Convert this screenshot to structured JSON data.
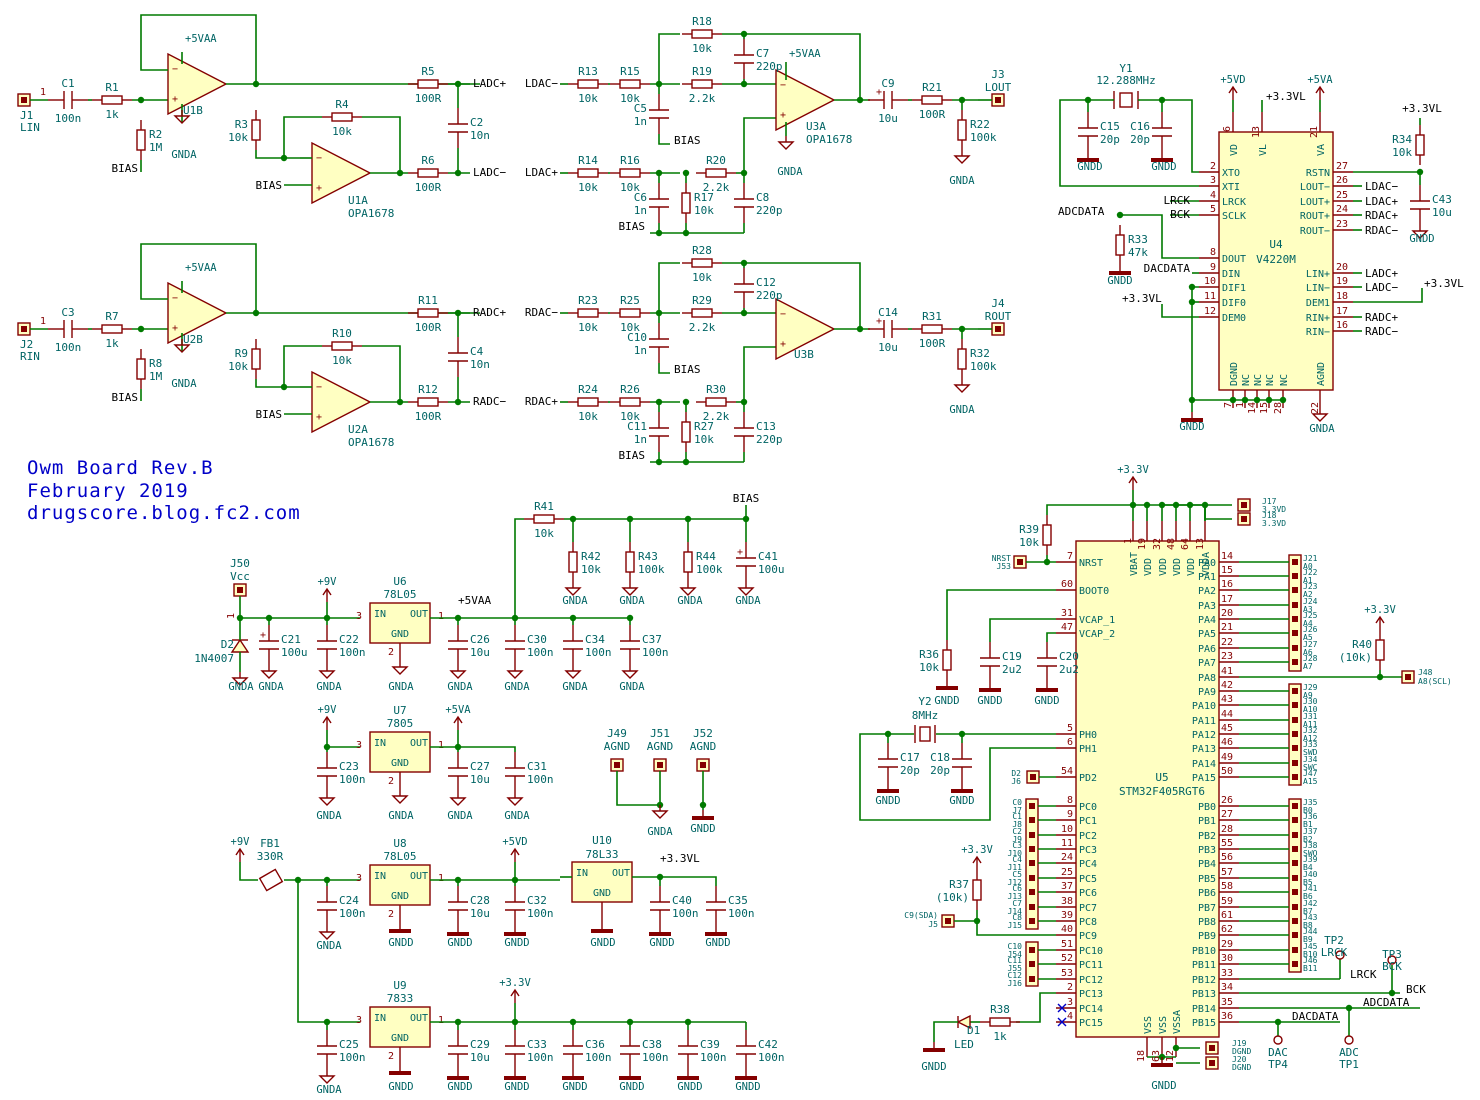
{
  "title_block": {
    "line1": "Owm Board  Rev.B",
    "line2": "February 2019",
    "line3": "drugscore.blog.fc2.com"
  },
  "inputs": {
    "lin": {
      "ref": "J1",
      "label": "LIN",
      "pin": "1"
    },
    "rin": {
      "ref": "J2",
      "label": "RIN",
      "pin": "1"
    }
  },
  "front_end_left": {
    "c1": {
      "ref": "C1",
      "value": "100n"
    },
    "r1": {
      "ref": "R1",
      "value": "1k"
    },
    "r2": {
      "ref": "R2",
      "value": "1M"
    },
    "r3": {
      "ref": "R3",
      "value": "10k"
    },
    "r4": {
      "ref": "R4",
      "value": "10k"
    },
    "r5": {
      "ref": "R5",
      "value": "100R"
    },
    "r6": {
      "ref": "R6",
      "value": "100R"
    },
    "c2": {
      "ref": "C2",
      "value": "10n"
    },
    "u1b": {
      "ref": "U1B",
      "pwr": "+5VAA",
      "gnd": "GNDA"
    },
    "u1a": {
      "ref": "U1A",
      "part": "OPA1678"
    },
    "bias1": "BIAS",
    "bias2": "BIAS",
    "net_p": "LADC+",
    "net_m": "LADC−"
  },
  "front_end_right": {
    "c3": {
      "ref": "C3",
      "value": "100n"
    },
    "r7": {
      "ref": "R7",
      "value": "1k"
    },
    "r8": {
      "ref": "R8",
      "value": "1M"
    },
    "r9": {
      "ref": "R9",
      "value": "10k"
    },
    "r10": {
      "ref": "R10",
      "value": "10k"
    },
    "r11": {
      "ref": "R11",
      "value": "100R"
    },
    "r12": {
      "ref": "R12",
      "value": "100R"
    },
    "c4": {
      "ref": "C4",
      "value": "10n"
    },
    "u2b": {
      "ref": "U2B",
      "pwr": "+5VAA",
      "gnd": "GNDA"
    },
    "u2a": {
      "ref": "U2A",
      "part": "OPA1678"
    },
    "bias1": "BIAS",
    "bias2": "BIAS",
    "net_p": "RADC+",
    "net_m": "RADC−"
  },
  "dac_left": {
    "in_m": "LDAC−",
    "in_p": "LDAC+",
    "r13": {
      "ref": "R13",
      "value": "10k"
    },
    "r15": {
      "ref": "R15",
      "value": "10k"
    },
    "r14": {
      "ref": "R14",
      "value": "10k"
    },
    "r16": {
      "ref": "R16",
      "value": "10k"
    },
    "r18": {
      "ref": "R18",
      "value": "10k"
    },
    "r19": {
      "ref": "R19",
      "value": "2.2k"
    },
    "r20": {
      "ref": "R20",
      "value": "2.2k"
    },
    "r17": {
      "ref": "R17",
      "value": "10k"
    },
    "c5": {
      "ref": "C5",
      "value": "1n"
    },
    "c6": {
      "ref": "C6",
      "value": "1n"
    },
    "c7": {
      "ref": "C7",
      "value": "220p"
    },
    "c8": {
      "ref": "C8",
      "value": "220p"
    },
    "c9": {
      "ref": "C9",
      "value": "10u"
    },
    "r21": {
      "ref": "R21",
      "value": "100R"
    },
    "r22": {
      "ref": "R22",
      "value": "100k"
    },
    "u3a": {
      "ref": "U3A",
      "part": "OPA1678",
      "pwr": "+5VAA",
      "gnd": "GNDA"
    },
    "out": {
      "ref": "J3",
      "label": "LOUT"
    },
    "bias1": "BIAS",
    "bias2": "BIAS",
    "gnd": "GNDA"
  },
  "dac_right": {
    "in_m": "RDAC−",
    "in_p": "RDAC+",
    "r23": {
      "ref": "R23",
      "value": "10k"
    },
    "r25": {
      "ref": "R25",
      "value": "10k"
    },
    "r24": {
      "ref": "R24",
      "value": "10k"
    },
    "r26": {
      "ref": "R26",
      "value": "10k"
    },
    "r28": {
      "ref": "R28",
      "value": "10k"
    },
    "r29": {
      "ref": "R29",
      "value": "2.2k"
    },
    "r30": {
      "ref": "R30",
      "value": "2.2k"
    },
    "r27": {
      "ref": "R27",
      "value": "10k"
    },
    "c10": {
      "ref": "C10",
      "value": "1n"
    },
    "c11": {
      "ref": "C11",
      "value": "1n"
    },
    "c12": {
      "ref": "C12",
      "value": "220p"
    },
    "c13": {
      "ref": "C13",
      "value": "220p"
    },
    "c14": {
      "ref": "C14",
      "value": "10u"
    },
    "r31": {
      "ref": "R31",
      "value": "100R"
    },
    "r32": {
      "ref": "R32",
      "value": "100k"
    },
    "u3b": {
      "ref": "U3B"
    },
    "out": {
      "ref": "J4",
      "label": "ROUT"
    },
    "bias1": "BIAS",
    "bias2": "BIAS",
    "gnd": "GNDA"
  },
  "codec": {
    "ref": "U4",
    "part": "V4220M",
    "y1": {
      "ref": "Y1",
      "value": "12.288MHz"
    },
    "c15": {
      "ref": "C15",
      "value": "20p"
    },
    "c16": {
      "ref": "C16",
      "value": "20p"
    },
    "r33": {
      "ref": "R33",
      "value": "47k"
    },
    "r34": {
      "ref": "R34",
      "value": "10k"
    },
    "c43": {
      "ref": "C43",
      "value": "10u"
    },
    "nets": {
      "adcdata": "ADCDATA",
      "dacdata": "DACDATA",
      "lrck": "LRCK",
      "bck": "BCK",
      "v33": "+3.3VL",
      "v5d": "+5VD",
      "v5a": "+5VA",
      "v33b": "+3.3VL",
      "v33c": "+3.3VL",
      "v33d": "+3.3VL",
      "gndd": "GNDD",
      "gnda": "GNDA",
      "ldac_m": "LDAC−",
      "ldac_p": "LDAC+",
      "rdac_p": "RDAC+",
      "rdac_m": "RDAC−",
      "ladc_p": "LADC+",
      "ladc_m": "LADC−",
      "radc_p": "RADC+",
      "radc_m": "RADC−"
    },
    "left_pins": [
      {
        "num": "2",
        "name": "XTO"
      },
      {
        "num": "3",
        "name": "XTI"
      },
      {
        "num": "4",
        "name": "LRCK"
      },
      {
        "num": "5",
        "name": "SCLK"
      },
      {
        "num": "8",
        "name": "DOUT"
      },
      {
        "num": "9",
        "name": "DIN"
      },
      {
        "num": "10",
        "name": "DIF1"
      },
      {
        "num": "11",
        "name": "DIF0"
      },
      {
        "num": "12",
        "name": "DEM0"
      }
    ],
    "right_pins": [
      {
        "num": "27",
        "name": "RSTN"
      },
      {
        "num": "26",
        "name": "LOUT−"
      },
      {
        "num": "25",
        "name": "LOUT+"
      },
      {
        "num": "24",
        "name": "ROUT+"
      },
      {
        "num": "23",
        "name": "ROUT−"
      },
      {
        "num": "20",
        "name": "LIN+"
      },
      {
        "num": "19",
        "name": "LIN−"
      },
      {
        "num": "18",
        "name": "DEM1"
      },
      {
        "num": "17",
        "name": "RIN+"
      },
      {
        "num": "16",
        "name": "RIN−"
      }
    ],
    "top_pins": [
      {
        "num": "6",
        "name": "VD"
      },
      {
        "num": "13",
        "name": "VL"
      },
      {
        "num": "21",
        "name": "VA"
      }
    ],
    "bottom_pins": [
      {
        "num": "7",
        "name": "DGND"
      },
      {
        "num": "1",
        "name": "NC"
      },
      {
        "num": "14",
        "name": "NC"
      },
      {
        "num": "15",
        "name": "NC"
      },
      {
        "num": "28",
        "name": "NC"
      },
      {
        "num": "22",
        "name": "AGND"
      }
    ]
  },
  "power": {
    "j50": {
      "ref": "J50",
      "label": "Vcc",
      "pin": "1"
    },
    "d2": {
      "ref": "D2",
      "value": "1N4007"
    },
    "c21": {
      "ref": "C21",
      "value": "100u"
    },
    "c22": {
      "ref": "C22",
      "value": "100n"
    },
    "u6": {
      "ref": "U6",
      "part": "78L05"
    },
    "c26": {
      "ref": "C26",
      "value": "10u"
    },
    "c30": {
      "ref": "C30",
      "value": "100n"
    },
    "c34": {
      "ref": "C34",
      "value": "100n"
    },
    "c37": {
      "ref": "C37",
      "value": "100n"
    },
    "r41": {
      "ref": "R41",
      "value": "10k"
    },
    "r42": {
      "ref": "R42",
      "value": "10k"
    },
    "r43": {
      "ref": "R43",
      "value": "100k"
    },
    "r44": {
      "ref": "R44",
      "value": "100k"
    },
    "c41": {
      "ref": "C41",
      "value": "100u"
    },
    "u7": {
      "ref": "U7",
      "part": "7805"
    },
    "c23": {
      "ref": "C23",
      "value": "100n"
    },
    "c27": {
      "ref": "C27",
      "value": "10u"
    },
    "c31": {
      "ref": "C31",
      "value": "100n"
    },
    "fb1": {
      "ref": "FB1",
      "value": "330R"
    },
    "u8": {
      "ref": "U8",
      "part": "78L05"
    },
    "c24": {
      "ref": "C24",
      "value": "100n"
    },
    "c28": {
      "ref": "C28",
      "value": "10u"
    },
    "c32": {
      "ref": "C32",
      "value": "100n"
    },
    "u10": {
      "ref": "U10",
      "part": "78L33"
    },
    "c40": {
      "ref": "C40",
      "value": "100n"
    },
    "c35": {
      "ref": "C35",
      "value": "100n"
    },
    "u9": {
      "ref": "U9",
      "part": "7833"
    },
    "c25": {
      "ref": "C25",
      "value": "100n"
    },
    "c29": {
      "ref": "C29",
      "value": "10u"
    },
    "c33": {
      "ref": "C33",
      "value": "100n"
    },
    "c36": {
      "ref": "C36",
      "value": "100n"
    },
    "c38": {
      "ref": "C38",
      "value": "100n"
    },
    "c39": {
      "ref": "C39",
      "value": "100n"
    },
    "c42": {
      "ref": "C42",
      "value": "100n"
    },
    "j49": {
      "ref": "J49",
      "label": "AGND"
    },
    "j51": {
      "ref": "J51",
      "label": "AGND"
    },
    "j52": {
      "ref": "J52",
      "label": "AGND"
    },
    "nets": {
      "v9": "+9V",
      "v5aa": "+5VAA",
      "v5va": "+5VA",
      "v5vd": "+5VD",
      "v33vl": "+3.3VL",
      "v33": "+3.3V",
      "bias": "BIAS",
      "gnda": "GNDA",
      "gndd": "GNDD"
    },
    "reg_in": "IN",
    "reg_out": "OUT",
    "reg_gnd": "GND"
  },
  "mcu": {
    "ref": "U5",
    "part": "STM32F405RGT6",
    "r39": {
      "ref": "R39",
      "value": "10k"
    },
    "r36": {
      "ref": "R36",
      "value": "10k"
    },
    "r37": {
      "ref": "R37",
      "value": "(10k)"
    },
    "r38": {
      "ref": "R38",
      "value": "1k"
    },
    "r40": {
      "ref": "R40",
      "value": "(10k)"
    },
    "c19": {
      "ref": "C19",
      "value": "2u2"
    },
    "c20": {
      "ref": "C20",
      "value": "2u2"
    },
    "y2": {
      "ref": "Y2",
      "value": "8MHz"
    },
    "c17": {
      "ref": "C17",
      "value": "20p"
    },
    "c18": {
      "ref": "C18",
      "value": "20p"
    },
    "d1": {
      "ref": "D1",
      "value": "LED"
    },
    "j53": {
      "ref": "J53",
      "label": "NRST"
    },
    "j6": {
      "ref": "J6",
      "label": "D2"
    },
    "j5": {
      "ref": "J5",
      "label": "C9(SDA)"
    },
    "j48": {
      "ref": "J48",
      "label": "A8(SCL)"
    },
    "j17": {
      "ref": "J17",
      "label": "3.3VD"
    },
    "j18": {
      "ref": "J18",
      "label": "3.3VD"
    },
    "j19": {
      "ref": "J19",
      "label": "DGND"
    },
    "j20": {
      "ref": "J20",
      "label": "DGND"
    },
    "tp1": {
      "ref": "TP1",
      "label": "ADC"
    },
    "tp2": {
      "ref": "TP2",
      "label": "LRCK"
    },
    "tp3": {
      "ref": "TP3",
      "label": "BCK"
    },
    "tp4": {
      "ref": "TP4",
      "label": "DAC"
    },
    "nets": {
      "v33": "+3.3V",
      "v33b": "+3.3V",
      "v33c": "+3.3V",
      "gndd": "GNDD",
      "lrck": "LRCK",
      "bck": "BCK",
      "adcdata": "ADCDATA",
      "dacdata": "DACDATA"
    },
    "top_pins": [
      {
        "num": "1",
        "name": "VBAT"
      },
      {
        "num": "19",
        "name": "VDD"
      },
      {
        "num": "32",
        "name": "VDD"
      },
      {
        "num": "48",
        "name": "VDD"
      },
      {
        "num": "64",
        "name": "VDD"
      },
      {
        "num": "13",
        "name": "VDDA"
      }
    ],
    "bottom_pins": [
      {
        "num": "18",
        "name": "VSS"
      },
      {
        "num": "63",
        "name": "VSS"
      },
      {
        "num": "12",
        "name": "VSSA"
      }
    ],
    "left_pins": [
      {
        "num": "7",
        "name": "NRST"
      },
      {
        "num": "60",
        "name": "BOOT0"
      },
      {
        "num": "31",
        "name": "VCAP_1"
      },
      {
        "num": "47",
        "name": "VCAP_2"
      },
      {
        "num": "5",
        "name": "PH0"
      },
      {
        "num": "6",
        "name": "PH1"
      },
      {
        "num": "54",
        "name": "PD2"
      },
      {
        "num": "8",
        "name": "PC0"
      },
      {
        "num": "9",
        "name": "PC1"
      },
      {
        "num": "10",
        "name": "PC2"
      },
      {
        "num": "11",
        "name": "PC3"
      },
      {
        "num": "24",
        "name": "PC4"
      },
      {
        "num": "25",
        "name": "PC5"
      },
      {
        "num": "37",
        "name": "PC6"
      },
      {
        "num": "38",
        "name": "PC7"
      },
      {
        "num": "39",
        "name": "PC8"
      },
      {
        "num": "40",
        "name": "PC9"
      },
      {
        "num": "51",
        "name": "PC10"
      },
      {
        "num": "52",
        "name": "PC11"
      },
      {
        "num": "53",
        "name": "PC12"
      },
      {
        "num": "2",
        "name": "PC13"
      },
      {
        "num": "3",
        "name": "PC14"
      },
      {
        "num": "4",
        "name": "PC15"
      }
    ],
    "right_pins": [
      {
        "num": "14",
        "name": "PA0"
      },
      {
        "num": "15",
        "name": "PA1"
      },
      {
        "num": "16",
        "name": "PA2"
      },
      {
        "num": "17",
        "name": "PA3"
      },
      {
        "num": "20",
        "name": "PA4"
      },
      {
        "num": "21",
        "name": "PA5"
      },
      {
        "num": "22",
        "name": "PA6"
      },
      {
        "num": "23",
        "name": "PA7"
      },
      {
        "num": "41",
        "name": "PA8"
      },
      {
        "num": "42",
        "name": "PA9"
      },
      {
        "num": "43",
        "name": "PA10"
      },
      {
        "num": "44",
        "name": "PA11"
      },
      {
        "num": "45",
        "name": "PA12"
      },
      {
        "num": "46",
        "name": "PA13"
      },
      {
        "num": "49",
        "name": "PA14"
      },
      {
        "num": "50",
        "name": "PA15"
      },
      {
        "num": "26",
        "name": "PB0"
      },
      {
        "num": "27",
        "name": "PB1"
      },
      {
        "num": "28",
        "name": "PB2"
      },
      {
        "num": "55",
        "name": "PB3"
      },
      {
        "num": "56",
        "name": "PB4"
      },
      {
        "num": "57",
        "name": "PB5"
      },
      {
        "num": "58",
        "name": "PB6"
      },
      {
        "num": "59",
        "name": "PB7"
      },
      {
        "num": "61",
        "name": "PB8"
      },
      {
        "num": "62",
        "name": "PB9"
      },
      {
        "num": "29",
        "name": "PB10"
      },
      {
        "num": "30",
        "name": "PB11"
      },
      {
        "num": "33",
        "name": "PB12"
      },
      {
        "num": "34",
        "name": "PB13"
      },
      {
        "num": "35",
        "name": "PB14"
      },
      {
        "num": "36",
        "name": "PB15"
      }
    ],
    "hdr_left": [
      {
        "ref": "J7",
        "label": "C0"
      },
      {
        "ref": "J8",
        "label": "C1"
      },
      {
        "ref": "J9",
        "label": "C2"
      },
      {
        "ref": "J10",
        "label": "C3"
      },
      {
        "ref": "J11",
        "label": "C4"
      },
      {
        "ref": "J12",
        "label": "C5"
      },
      {
        "ref": "J13",
        "label": "C6"
      },
      {
        "ref": "J14",
        "label": "C7"
      },
      {
        "ref": "J15",
        "label": "C8"
      },
      {
        "ref": "J54",
        "label": "C10"
      },
      {
        "ref": "J55",
        "label": "C11"
      },
      {
        "ref": "J16",
        "label": "C12"
      }
    ],
    "hdr_right_a": [
      {
        "ref": "J21",
        "label": "A0"
      },
      {
        "ref": "J22",
        "label": "A1"
      },
      {
        "ref": "J23",
        "label": "A2"
      },
      {
        "ref": "J24",
        "label": "A3"
      },
      {
        "ref": "J25",
        "label": "A4"
      },
      {
        "ref": "J26",
        "label": "A5"
      },
      {
        "ref": "J27",
        "label": "A6"
      },
      {
        "ref": "J28",
        "label": "A7"
      }
    ],
    "hdr_right_a2": [
      {
        "ref": "J29",
        "label": "A9"
      },
      {
        "ref": "J30",
        "label": "A10"
      },
      {
        "ref": "J31",
        "label": "A11"
      },
      {
        "ref": "J32",
        "label": "A12"
      },
      {
        "ref": "J33",
        "label": "SWD"
      },
      {
        "ref": "J34",
        "label": "SWC"
      },
      {
        "ref": "J47",
        "label": "A15"
      }
    ],
    "hdr_right_b": [
      {
        "ref": "J35",
        "label": "B0"
      },
      {
        "ref": "J36",
        "label": "B1"
      },
      {
        "ref": "J37",
        "label": "B2"
      },
      {
        "ref": "J38",
        "label": "SWO"
      },
      {
        "ref": "J39",
        "label": "B4"
      },
      {
        "ref": "J40",
        "label": "B5"
      },
      {
        "ref": "J41",
        "label": "B6"
      },
      {
        "ref": "J42",
        "label": "B7"
      },
      {
        "ref": "J43",
        "label": "B8"
      },
      {
        "ref": "J44",
        "label": "B9"
      },
      {
        "ref": "J45",
        "label": "B10"
      },
      {
        "ref": "J46",
        "label": "B11"
      }
    ]
  }
}
